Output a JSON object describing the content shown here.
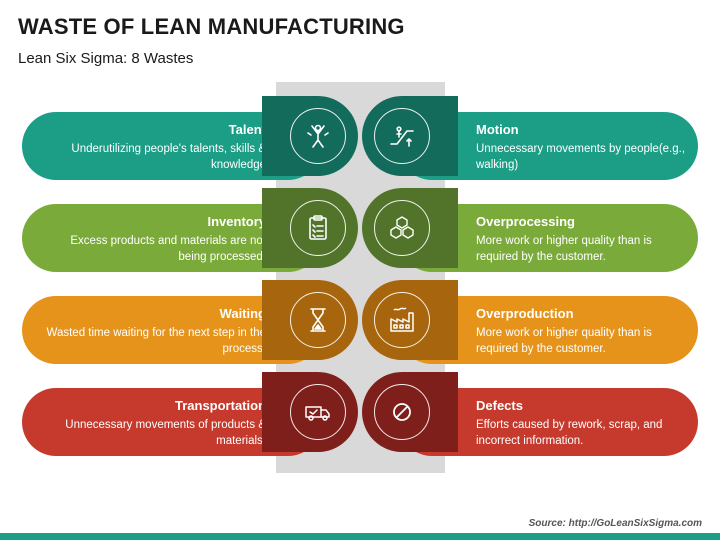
{
  "title": "WASTE OF LEAN MANUFACTURING",
  "subtitle": "Lean Six Sigma: 8 Wastes",
  "source": "Source: http://GoLeanSixSigma.com",
  "colors": {
    "teal": "#1c9e86",
    "teal_dark": "#136b5c",
    "green": "#7aab3a",
    "green_dark": "#52742a",
    "orange": "#e6931b",
    "orange_dark": "#a7650d",
    "red": "#c53a2c",
    "red_dark": "#7f1f1c",
    "spine": "#d9d9d9"
  },
  "left_items": [
    {
      "title": "Talent",
      "description": "Underutilizing people's talents, skills & knowledge",
      "icon": "talent-icon"
    },
    {
      "title": "Inventory",
      "description": "Excess products and materials are not being processed.",
      "icon": "clipboard-icon"
    },
    {
      "title": "Waiting",
      "description": "Wasted time waiting for the next step in the process.",
      "icon": "hourglass-icon"
    },
    {
      "title": "Transportation",
      "description": "Unnecessary movements of products & materials.",
      "icon": "truck-icon"
    }
  ],
  "right_items": [
    {
      "title": "Motion",
      "description": " Unnecessary movements by people(e.g., walking)",
      "icon": "escalator-icon"
    },
    {
      "title": "Overprocessing",
      "description": "More work or higher quality than is required by the customer.",
      "icon": "cubes-icon"
    },
    {
      "title": "Overproduction",
      "description": "More work or higher quality than is required by the customer.",
      "icon": "factory-icon"
    },
    {
      "title": "Defects",
      "description": "Efforts caused by rework, scrap, and incorrect information.",
      "icon": "prohibited-icon"
    }
  ]
}
